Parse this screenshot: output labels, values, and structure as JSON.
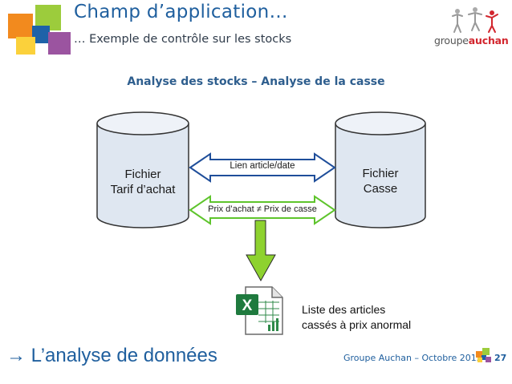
{
  "slide": {
    "title": "Champ d’application…",
    "subtitle": "… Exemple de contrôle sur les stocks",
    "heading": "Analyse des stocks – Analyse de la casse"
  },
  "diagram": {
    "left_db": {
      "line1": "Fichier",
      "line2": "Tarif d’achat"
    },
    "right_db": {
      "line1": "Fichier",
      "line2": "Casse"
    },
    "link_top": "Lien article/date",
    "link_bottom": "Prix d’achat ≠ Prix de casse",
    "result": {
      "line1": "Liste des articles",
      "line2": "cassés à prix anormal"
    },
    "colors": {
      "cylinder": "#dfe7f1",
      "link_top": "#1f4e9a",
      "link_bottom": "#5ec42c",
      "down_arrow": "#8ed22f"
    }
  },
  "footer": {
    "left": "→ L’analyse de données",
    "company": "Groupe Auchan – Octobre 2012",
    "page": "27"
  },
  "brand": {
    "part1": "groupe",
    "part2": "auchan"
  },
  "icons": {
    "spreadsheet": "excel-file-icon",
    "logo": "auchan-logo-icon"
  }
}
